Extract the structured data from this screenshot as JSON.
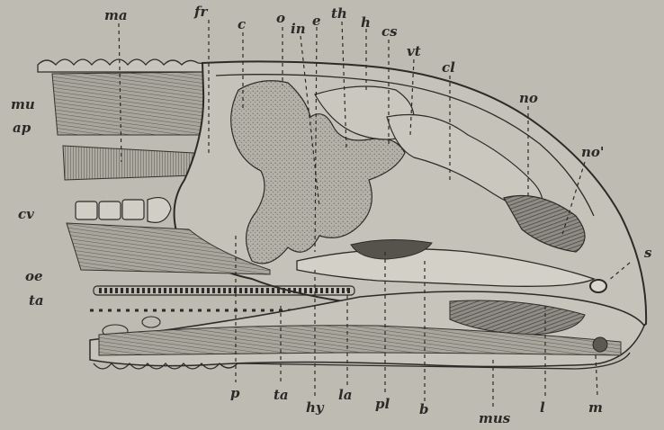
{
  "figure": {
    "labels": {
      "ma": "ma",
      "fr": "fr",
      "c": "c",
      "o": "o",
      "in": "in",
      "e": "e",
      "th": "th",
      "h": "h",
      "cs": "cs",
      "vt": "vt",
      "cl": "cl",
      "no": "no",
      "no2": "no'",
      "mu": "mu",
      "ap": "ap",
      "cv": "cv",
      "oe": "oe",
      "ta": "ta",
      "p": "p",
      "ta2": "ta",
      "hy": "hy",
      "la": "la",
      "pl": "pl",
      "b": "b",
      "mus": "mus",
      "l": "l",
      "m": "m",
      "s": "s"
    }
  }
}
